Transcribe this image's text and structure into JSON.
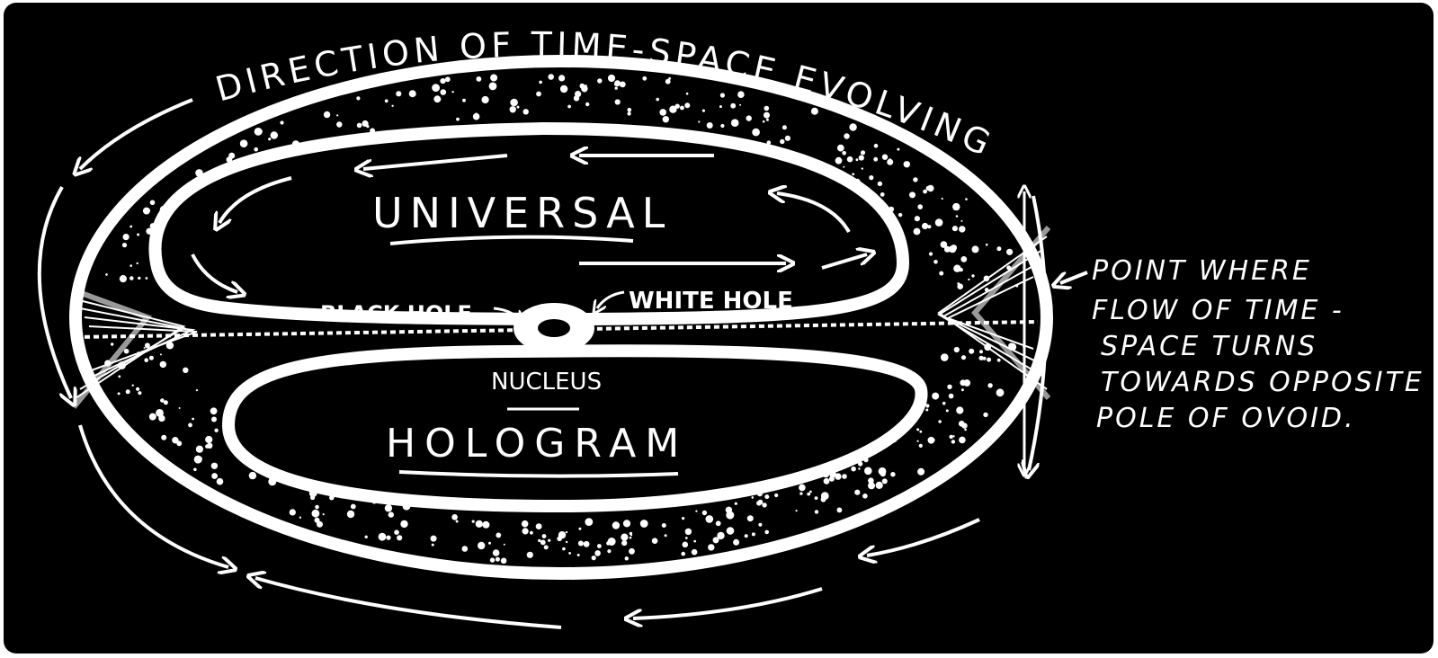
{
  "labels": {
    "title_arc": "DIRECTION OF TIME-SPACE EVOLVING",
    "universal": "UNIVERSAL",
    "hologram": "HOLOGRAM",
    "black_hole": "BLACK HOLE",
    "white_hole": "WHITE HOLE",
    "nucleus": "NUCLEUS",
    "point_note": [
      "POINT WHERE",
      "FLOW OF TIME -",
      "SPACE TURNS",
      "TOWARDS OPPOSITE",
      "POLE OF OVOID."
    ]
  },
  "colors": {
    "background": "#000000",
    "ink": "#ffffff"
  }
}
